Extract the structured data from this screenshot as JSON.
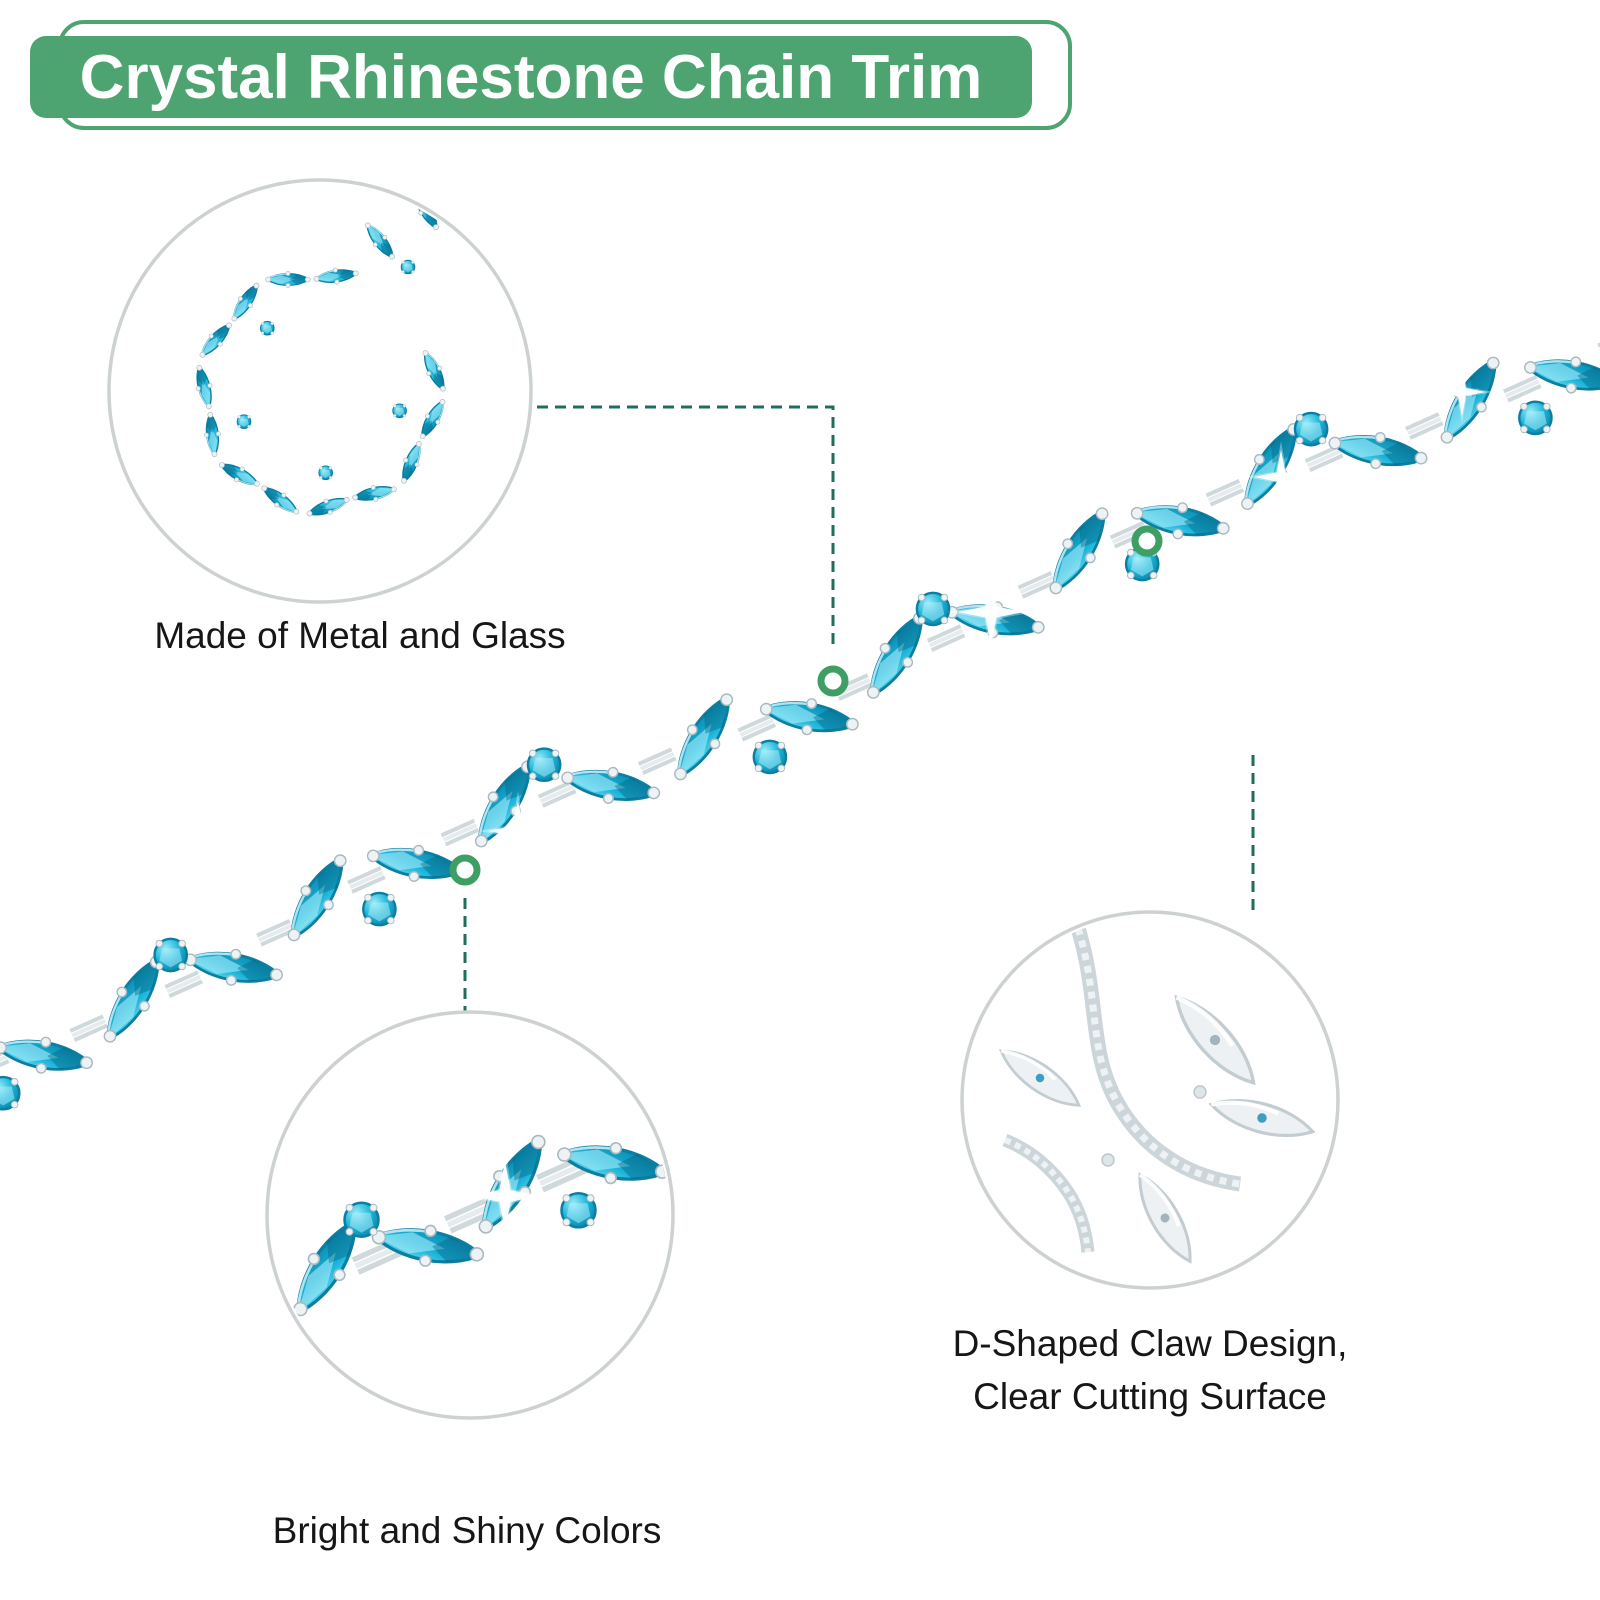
{
  "title": "Crystal Rhinestone Chain Trim",
  "callouts": {
    "metal_glass": {
      "label": "Made of Metal and Glass"
    },
    "bright_colors": {
      "label": "Bright and Shiny Colors"
    },
    "claw_design": {
      "line1": "D-Shaped Claw Design,",
      "line2": "Clear Cutting Surface"
    }
  },
  "colors": {
    "banner_green": "#4ea471",
    "stone_teal": "#17b2d8",
    "stone_teal_dark": "#0b7ea1",
    "marker_green": "#3f9e63",
    "connector_green": "#1e6e5c",
    "setting_silver": "#e7edef",
    "background": "#ffffff"
  },
  "icons": {
    "sparkle": "sparkle-icon",
    "callout_marker": "callout-point-marker"
  }
}
